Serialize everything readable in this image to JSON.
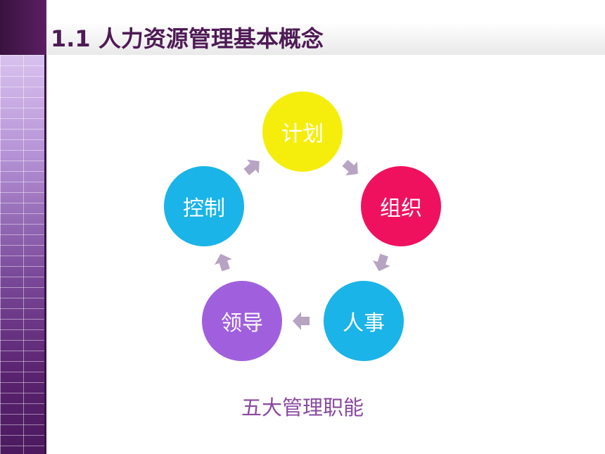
{
  "slide": {
    "title": "1.1 人力资源管理基本概念",
    "caption": "五大管理职能"
  },
  "cycle": {
    "nodes": [
      {
        "label": "计划",
        "color": "#f5ee0c"
      },
      {
        "label": "组织",
        "color": "#f0115e"
      },
      {
        "label": "人事",
        "color": "#1ab4e8"
      },
      {
        "label": "领导",
        "color": "#a060de"
      },
      {
        "label": "控制",
        "color": "#1ab4e8"
      }
    ],
    "arrow_color": "#b7a3c2",
    "arrow_icon": "chevron-arrow"
  },
  "colors": {
    "title_text": "#4e1a55",
    "caption_text": "#8a4aa0",
    "accent_dark": "#3a1240"
  }
}
